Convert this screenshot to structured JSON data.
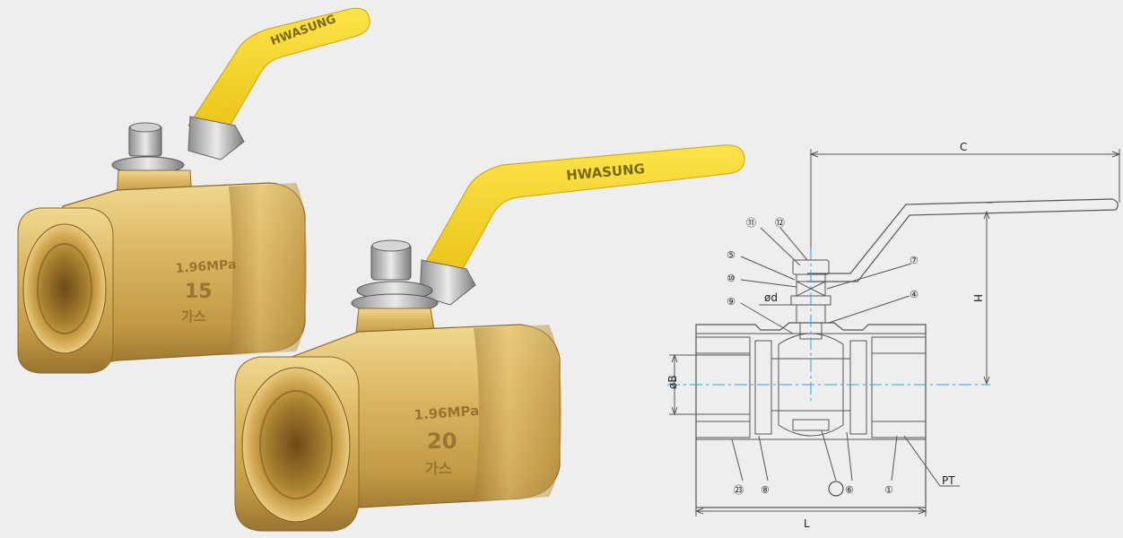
{
  "colors": {
    "background": "#eeeeee",
    "brass": "#d5b25c",
    "brass_dark": "#a07a30",
    "handle_yellow": "#f4d21c",
    "centerline": "#2aa6e0",
    "line": "#555555"
  },
  "valve_small": {
    "brand": "HWASUNG",
    "pressure": "1.96MPa",
    "size": "15",
    "fluid": "가스"
  },
  "valve_large": {
    "brand": "HWASUNG",
    "pressure": "1.96MPa",
    "size": "20",
    "fluid": "가스"
  },
  "drawing": {
    "dimensions": {
      "c": "C",
      "h": "H",
      "l": "L",
      "b": "øB",
      "d": "ød",
      "thread": "PT"
    },
    "parts": {
      "p1": "①",
      "p4": "④",
      "p5": "⑤",
      "p6": "⑥",
      "p7": "⑦",
      "p8": "⑧",
      "p9": "⑨",
      "p10": "⑩",
      "p11": "⑪",
      "p12": "⑫",
      "p23": "㉓",
      "blank": ""
    }
  }
}
